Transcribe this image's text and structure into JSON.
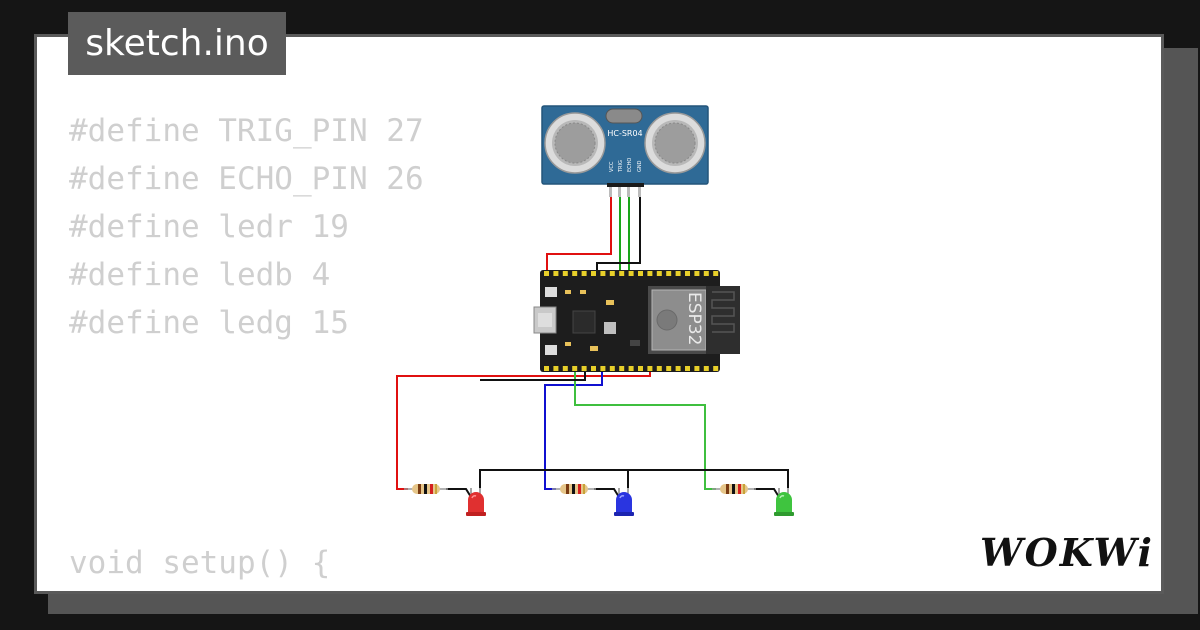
{
  "file_tab": {
    "label": "sketch.ino"
  },
  "code": {
    "define_lines": [
      "#define TRIG_PIN 27",
      "#define ECHO_PIN 26",
      "#define ledr 19",
      "#define ledb 4",
      "#define ledg 15"
    ],
    "setup_line": "void setup() {"
  },
  "sensor": {
    "model": "HC-SR04",
    "pins": [
      "VCC",
      "TRIG",
      "ECHO",
      "GND"
    ]
  },
  "board": {
    "chip_label": "ESP32"
  },
  "leds": [
    {
      "name": "red",
      "color": "#e03030"
    },
    {
      "name": "blue",
      "color": "#2a35e0"
    },
    {
      "name": "green",
      "color": "#3fc43f"
    }
  ],
  "wires": {
    "red": "#e01010",
    "green": "#1aa51a",
    "black": "#111111",
    "blue": "#1010d0",
    "light_green": "#3fbf3f"
  },
  "brand": {
    "logo": "WOKWi"
  },
  "colors": {
    "background": "#151515",
    "card": "#ffffff",
    "tab": "#5b5b5b",
    "code_text": "#cfcfcf",
    "sensor_blue": "#2f6a96"
  }
}
